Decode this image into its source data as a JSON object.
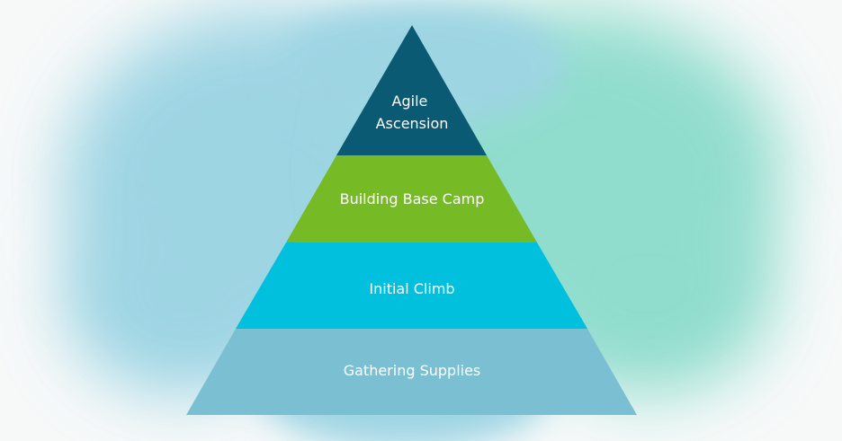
{
  "pyramid": {
    "tiers": [
      {
        "label_lines": [
          "Agile",
          "Ascension"
        ],
        "color": "#0b5a73"
      },
      {
        "label_lines": [
          "Building Base Camp"
        ],
        "color": "#76ba25"
      },
      {
        "label_lines": [
          "Initial Climb"
        ],
        "color": "#00c0de"
      },
      {
        "label_lines": [
          "Gathering Supplies"
        ],
        "color": "#7bc0d2"
      }
    ]
  },
  "background": {
    "colors": [
      "#8fcfe0",
      "#7fd8c6",
      "#f7f9f9"
    ]
  }
}
